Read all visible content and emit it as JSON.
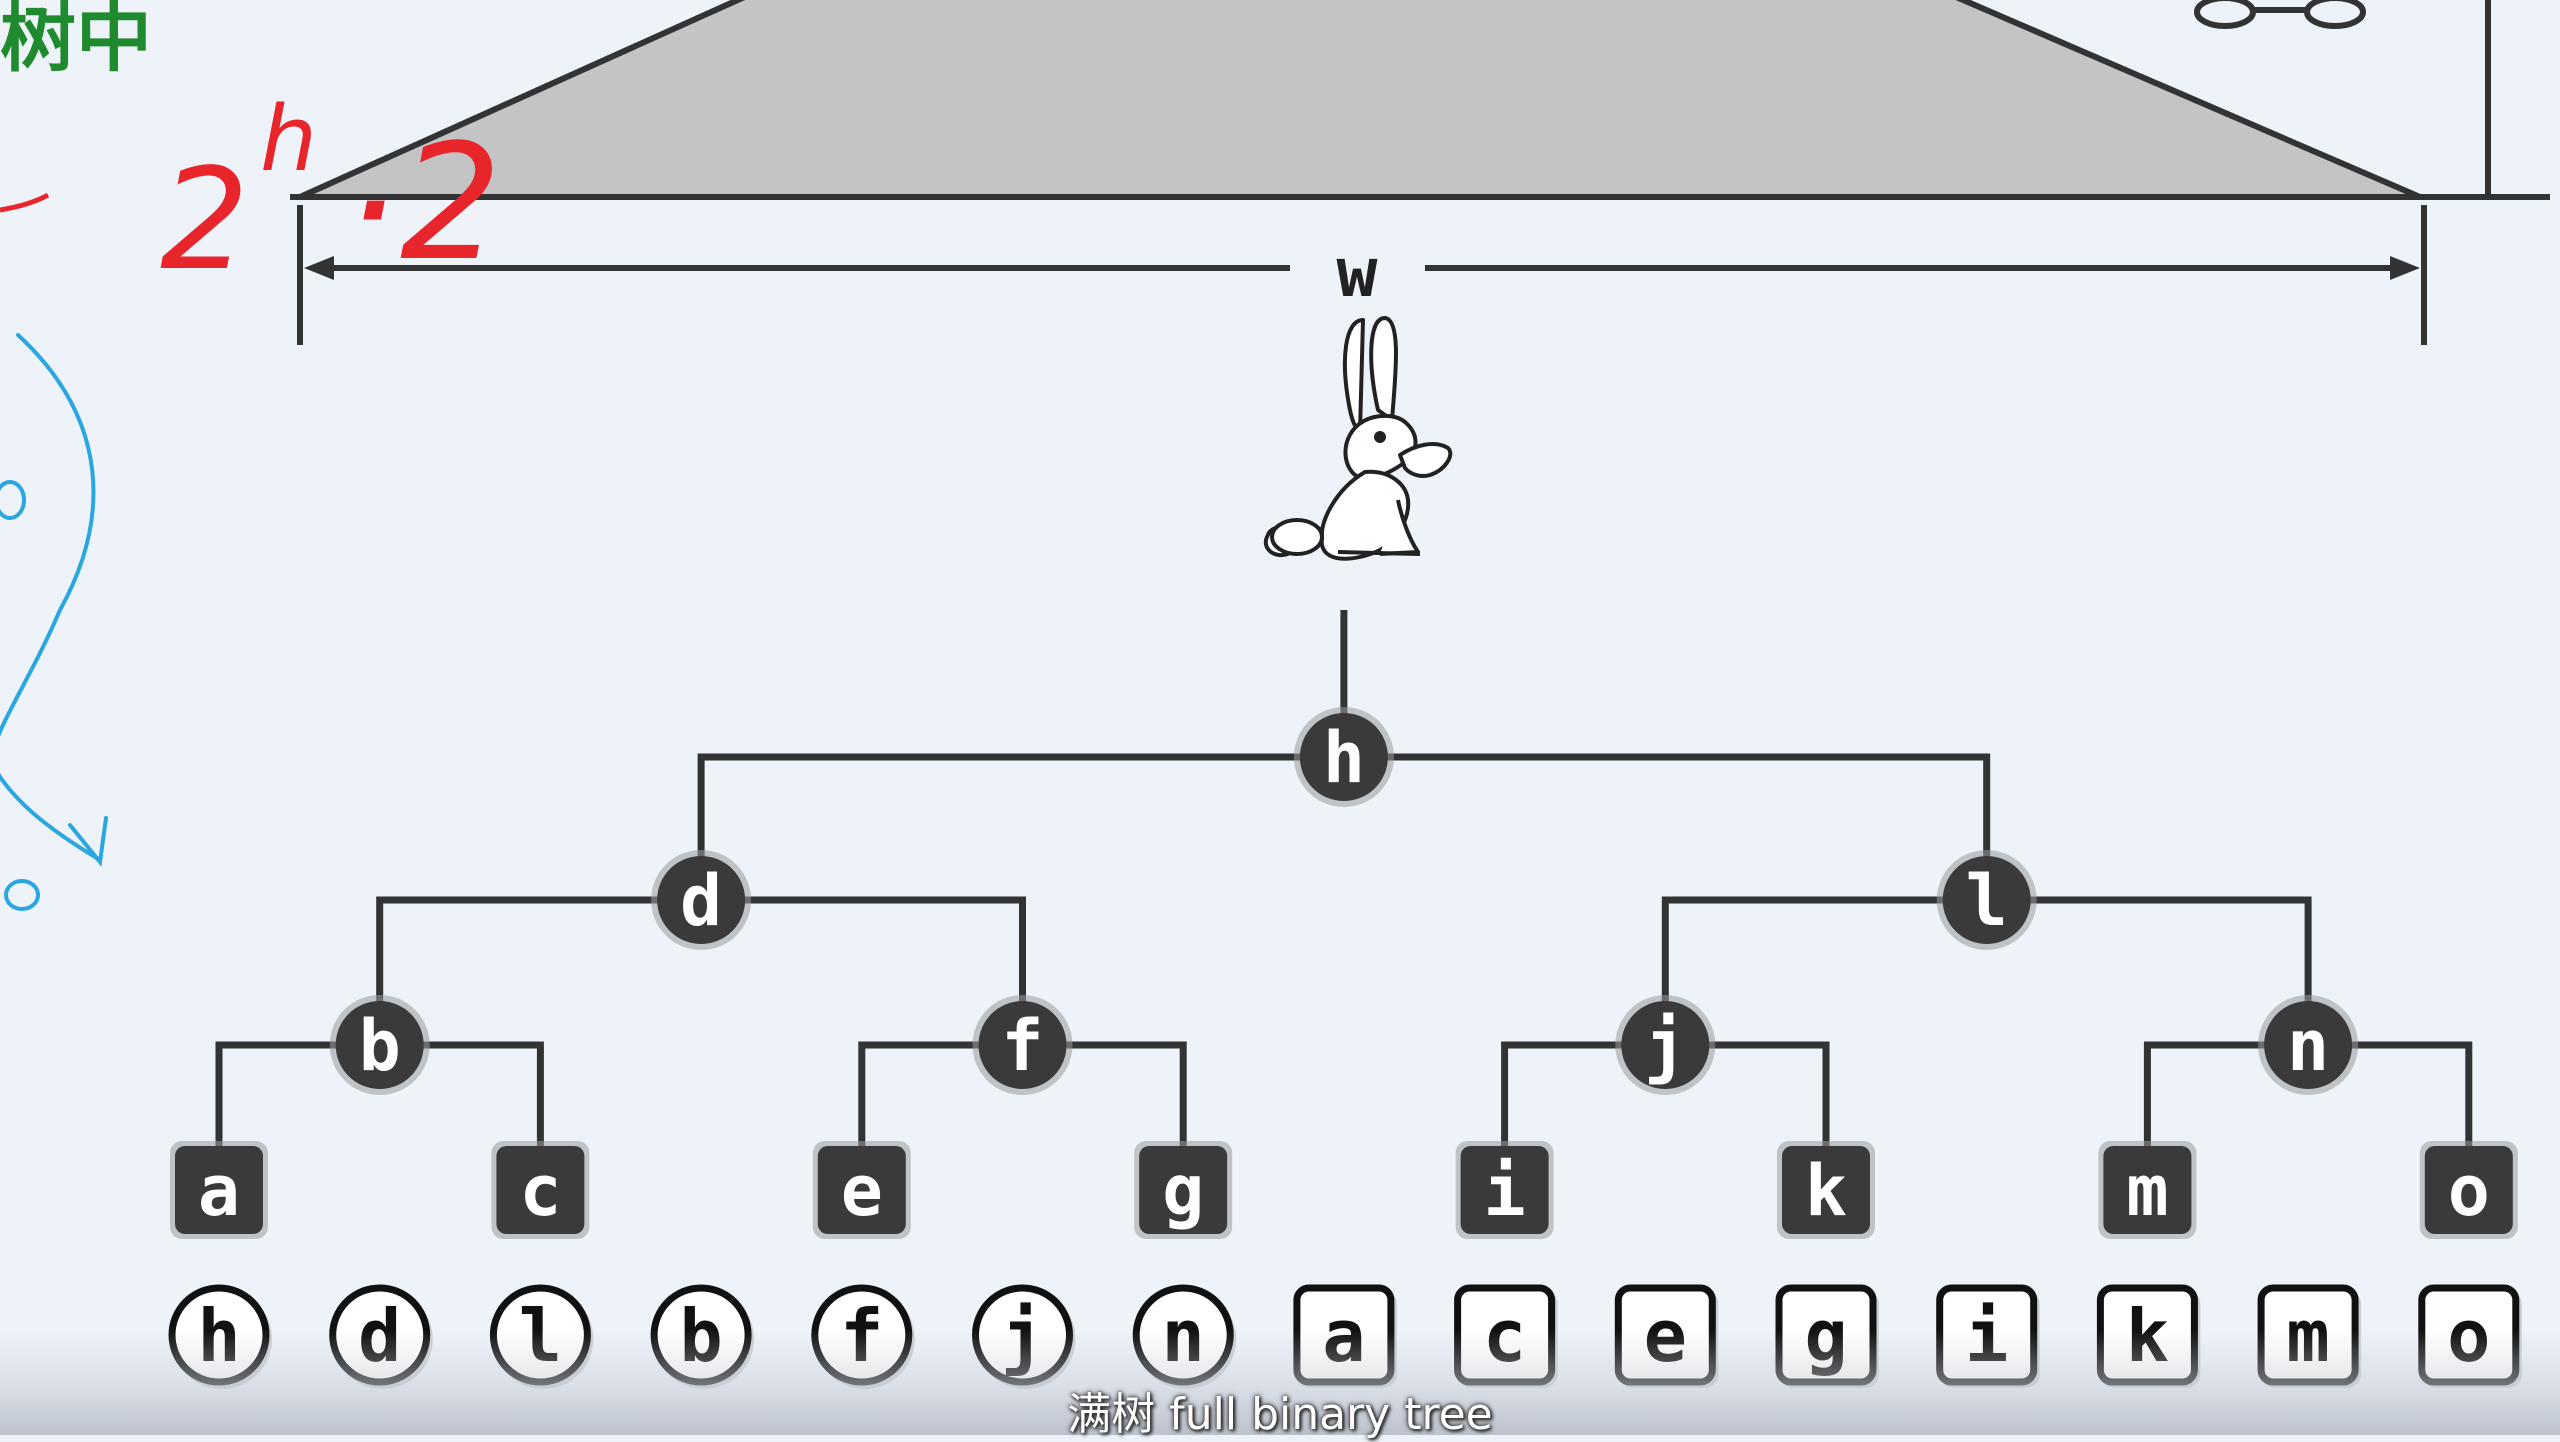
{
  "overlay": {
    "corner_title": "树中",
    "subtitle": "满树 full binary tree"
  },
  "figure": {
    "width_label": "w",
    "handwritten_formula": {
      "base": "2",
      "exponent": "h",
      "operator": "·",
      "factor": "2"
    }
  },
  "tree": {
    "root": "h",
    "level1": [
      "d",
      "l"
    ],
    "level2": [
      "b",
      "f",
      "j",
      "n"
    ],
    "leaves": [
      "a",
      "c",
      "e",
      "g",
      "i",
      "k",
      "m",
      "o"
    ]
  },
  "sequence": {
    "circles": [
      "h",
      "d",
      "l",
      "b",
      "f",
      "j",
      "n"
    ],
    "squares": [
      "a",
      "c",
      "e",
      "g",
      "i",
      "k",
      "m",
      "o"
    ]
  },
  "colors": {
    "background": "#eef3fa",
    "node_fill": "#3a3a3a",
    "tree_line": "#333333",
    "trapezoid_fill": "#c4c4c4",
    "ink_red": "#e8252b",
    "ink_blue": "#2aa6e0",
    "title_green": "#1f8a2e"
  },
  "icons": [
    "rabbit-icon"
  ]
}
